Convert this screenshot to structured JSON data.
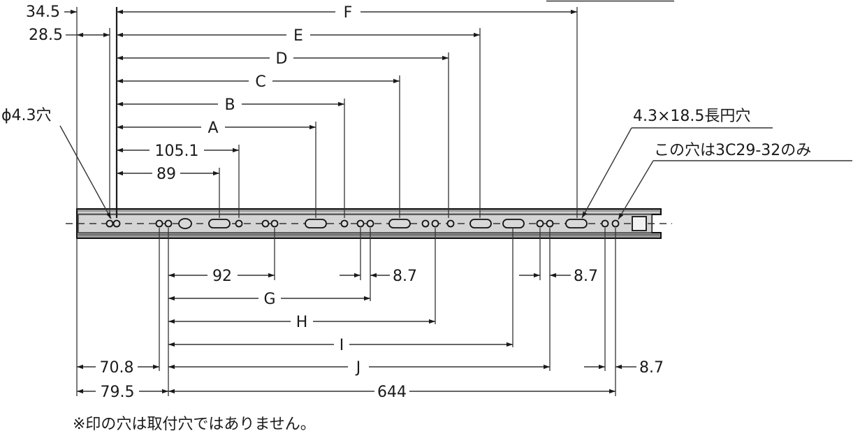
{
  "dims_top": {
    "d34_5": "34.5",
    "d28_5": "28.5",
    "F": "F",
    "E": "E",
    "D": "D",
    "C": "C",
    "B": "B",
    "A": "A",
    "d105_1": "105.1",
    "d89": "89"
  },
  "callouts": {
    "hole_round": "ϕ4.3穴",
    "hole_slot": "4.3×18.5長円穴",
    "model_note": "この穴は3C29-32のみ"
  },
  "dims_bottom": {
    "d92": "92",
    "d8_7_a": "8.7",
    "d8_7_b": "8.7",
    "d8_7_c": "8.7",
    "G": "G",
    "H": "H",
    "I": "I",
    "J": "J",
    "d70_8": "70.8",
    "d79_5": "79.5",
    "d644": "644"
  },
  "footnote": "※印の穴は取付穴ではありません。"
}
